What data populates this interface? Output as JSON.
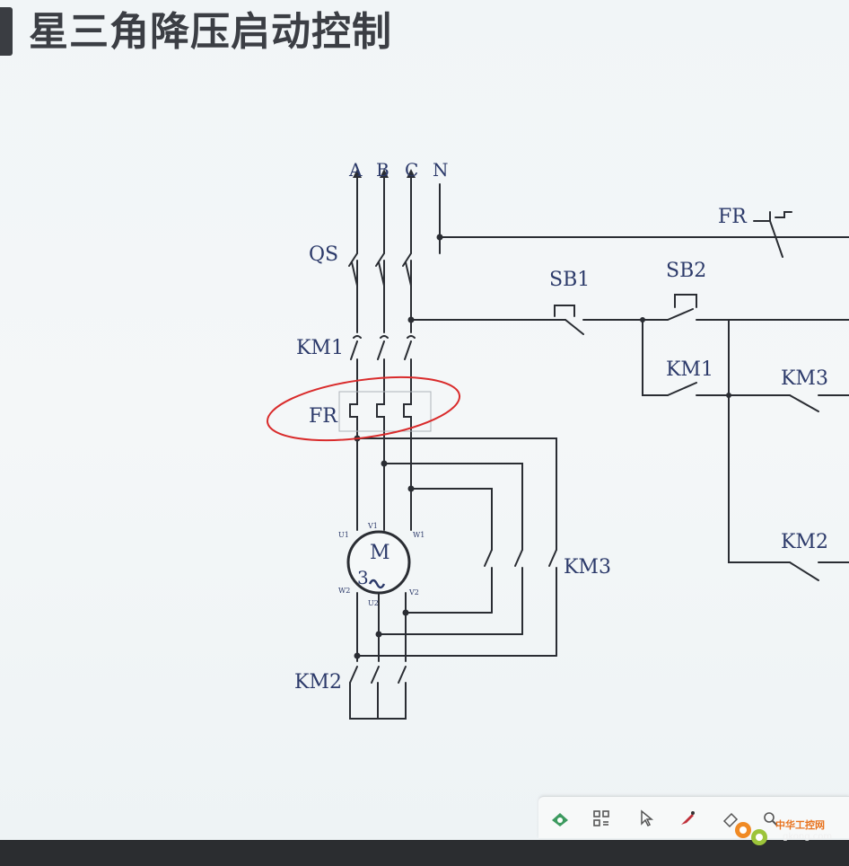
{
  "title": "星三角降压启动控制",
  "diagram": {
    "phases": [
      "A",
      "B",
      "C",
      "N"
    ],
    "labels": {
      "qs": "QS",
      "km1_main": "KM1",
      "fr_main": "FR",
      "motor_m": "M",
      "motor_3": "3",
      "km3_main": "KM3",
      "km2_main": "KM2",
      "fr_ctrl": "FR",
      "sb1": "SB1",
      "sb2": "SB2",
      "km1_ctrl": "KM1",
      "km3_ctrl": "KM3",
      "km2_ctrl": "KM2",
      "terminals": [
        "U1",
        "V1",
        "W1",
        "W2",
        "U2",
        "V2"
      ]
    },
    "annotation_color": "#d92b2b",
    "line_color": "#2a2d33",
    "label_color": "#2c3a6a"
  },
  "toolbar": {
    "icons": [
      "eye-icon",
      "grid-icon",
      "pointer-icon",
      "pen-icon",
      "eraser-icon",
      "magnifier-icon"
    ]
  },
  "watermark": {
    "line1": "中华工控网",
    "line2": "gkong.com"
  }
}
